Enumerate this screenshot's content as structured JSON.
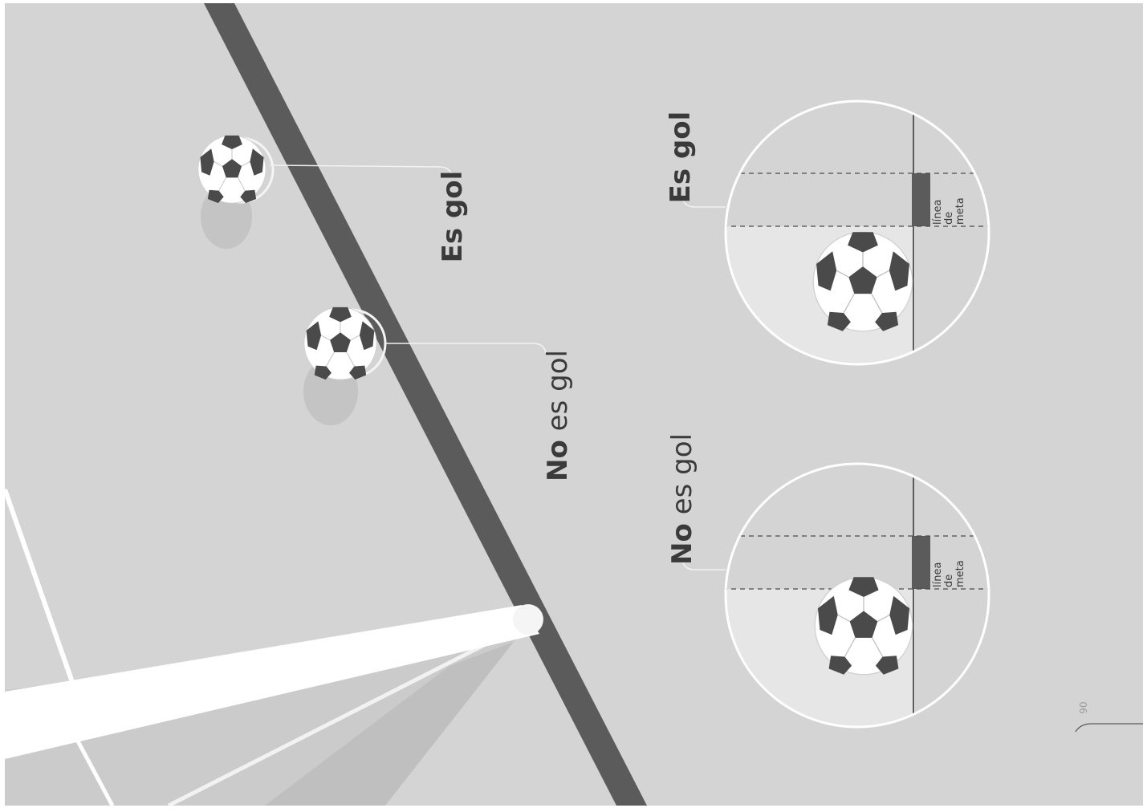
{
  "labels": {
    "es_gol": {
      "bold": "Es gol"
    },
    "no_es_gol": {
      "bold": "No",
      "regular": " es gol"
    }
  },
  "goal_line_label": {
    "line1": "línea",
    "line2": "de",
    "line3": "meta"
  },
  "page_number": "90",
  "colors": {
    "background": "#d4d4d4",
    "goal_line": "#5b5b5b",
    "inside_zone": "#e6e6e6",
    "ball_panel": "#4a4a4a"
  }
}
